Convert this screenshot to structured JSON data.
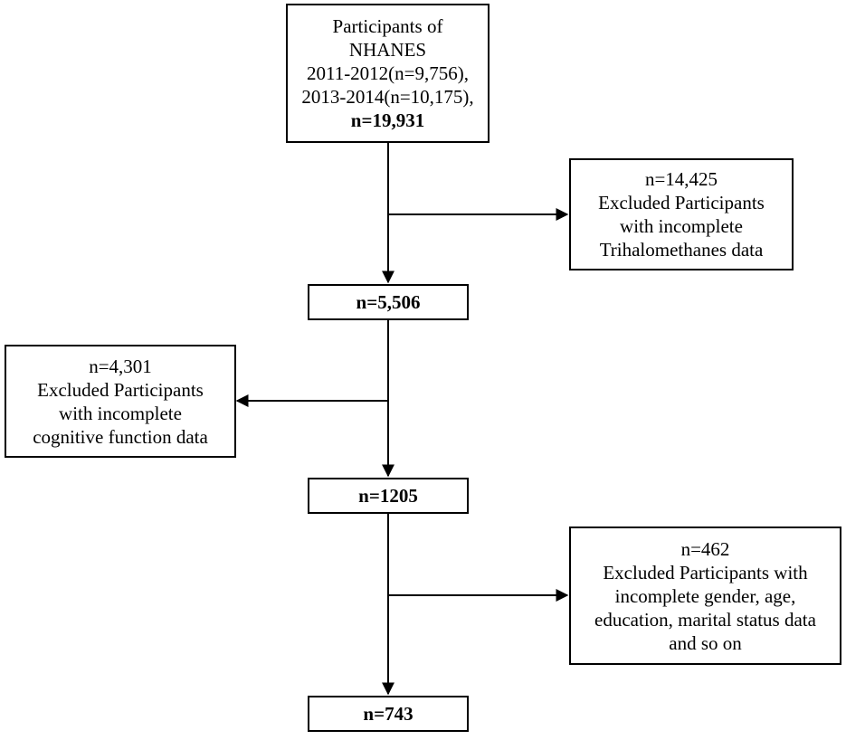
{
  "boxes": {
    "start": {
      "lines": [
        "Participants of",
        "NHANES",
        "2011-2012(n=9,756),",
        "2013-2014(n=10,175),"
      ],
      "total": "n=19,931"
    },
    "exclude1": {
      "lines": [
        "n=14,425",
        "Excluded Participants",
        "with incomplete",
        "Trihalomethanes data"
      ]
    },
    "step1": {
      "label": "n=5,506"
    },
    "exclude2": {
      "lines": [
        "n=4,301",
        "Excluded Participants",
        "with incomplete",
        "cognitive function data"
      ]
    },
    "step2": {
      "label": "n=1205"
    },
    "exclude3": {
      "lines": [
        "n=462",
        "Excluded Participants with",
        "incomplete gender, age,",
        "education, marital status data",
        "and so on"
      ]
    },
    "final": {
      "label": "n=743"
    }
  }
}
